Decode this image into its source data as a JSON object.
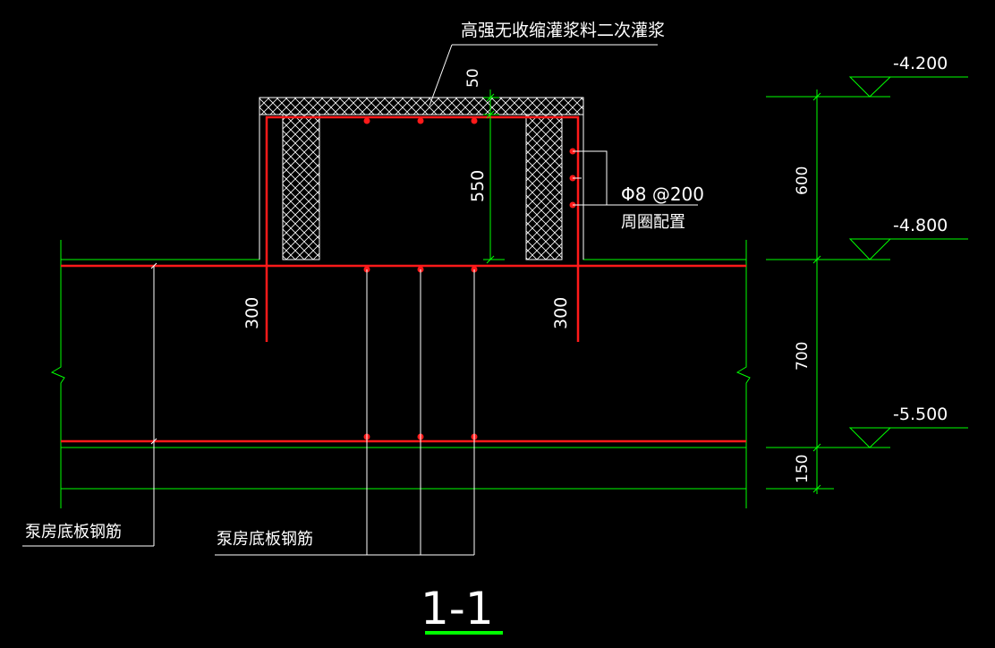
{
  "labels": {
    "grout_note": "高强无收缩灌浆料二次灌浆",
    "rebar_spec": "Φ8 @200",
    "rebar_note": "周圈配置",
    "floor_rebar_left": "泵房底板钢筋",
    "floor_rebar_right": "泵房底板钢筋",
    "section_title": "1-1"
  },
  "dimensions": {
    "grout_thickness": "50",
    "pedestal_height": "550",
    "anchor_left": "300",
    "anchor_right": "300",
    "elev_gap_top": "600",
    "elev_gap_mid": "700",
    "cushion": "150"
  },
  "elevations": {
    "top": "-4.200",
    "middle": "-4.800",
    "bottom": "-5.500"
  },
  "colors": {
    "background": "#000000",
    "outline": "#ffffff",
    "dimension": "#00ff00",
    "rebar": "#ff1a1a",
    "hatch": "#ffffff",
    "title_underline": "#00ff00"
  }
}
